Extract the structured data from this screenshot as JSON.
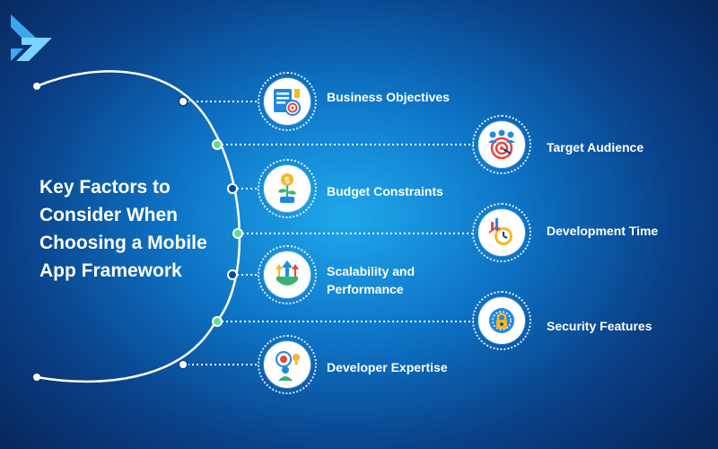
{
  "title_lines": [
    "Key Factors to",
    "Consider When",
    "Choosing a Mobile",
    "App Framework"
  ],
  "factors": [
    {
      "label": "Business Objectives",
      "icon": "business-objectives-icon"
    },
    {
      "label": "Target Audience",
      "icon": "target-audience-icon"
    },
    {
      "label": "Budget Constraints",
      "icon": "budget-constraints-icon"
    },
    {
      "label": "Development Time",
      "icon": "development-time-icon"
    },
    {
      "label": "Scalability and Performance",
      "icon": "scalability-icon"
    },
    {
      "label": "Security Features",
      "icon": "security-icon"
    },
    {
      "label": "Developer Expertise",
      "icon": "developer-expertise-icon"
    }
  ],
  "colors": {
    "accent_green": "#5fe08a",
    "accent_red": "#e8453c",
    "accent_blue": "#1e88e5",
    "accent_yellow": "#f5b72b"
  },
  "logo": "company-logo"
}
